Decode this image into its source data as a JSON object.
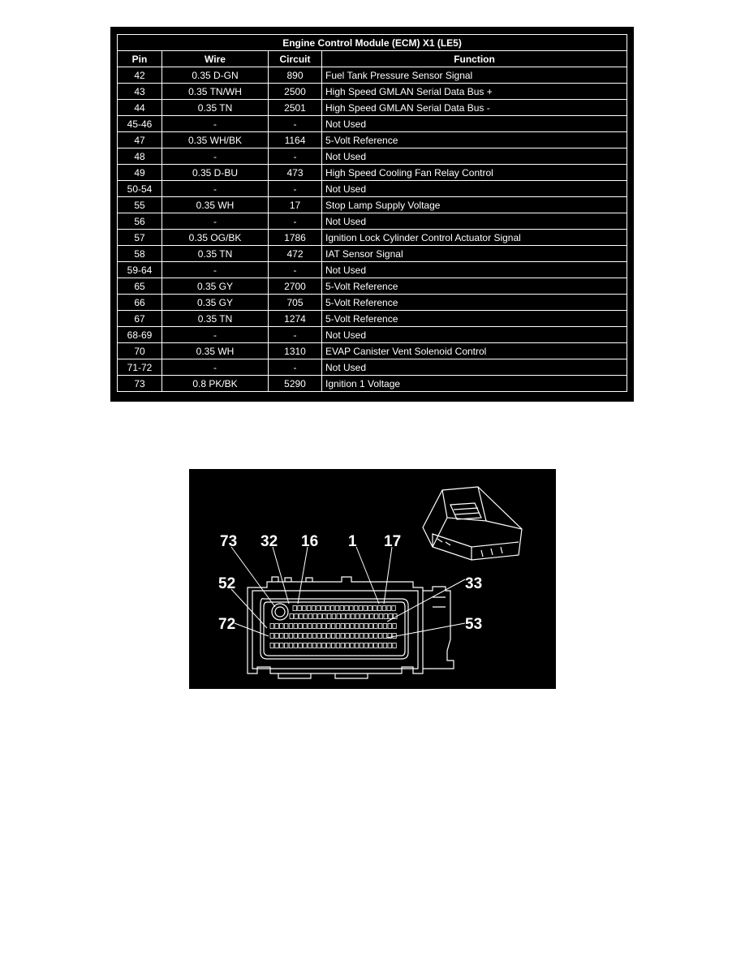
{
  "table": {
    "title": "Engine Control Module (ECM) X1 (LE5)",
    "headers": [
      "Pin",
      "Wire",
      "Circuit",
      "Function"
    ],
    "rows": [
      {
        "pin": "42",
        "wire": "0.35 D-GN",
        "circuit": "890",
        "function": "Fuel Tank Pressure Sensor Signal"
      },
      {
        "pin": "43",
        "wire": "0.35 TN/WH",
        "circuit": "2500",
        "function": "High Speed GMLAN Serial Data Bus +"
      },
      {
        "pin": "44",
        "wire": "0.35 TN",
        "circuit": "2501",
        "function": "High Speed GMLAN Serial Data Bus -"
      },
      {
        "pin": "45-46",
        "wire": "-",
        "circuit": "-",
        "function": "Not Used"
      },
      {
        "pin": "47",
        "wire": "0.35 WH/BK",
        "circuit": "1164",
        "function": "5-Volt Reference"
      },
      {
        "pin": "48",
        "wire": "-",
        "circuit": "-",
        "function": "Not Used"
      },
      {
        "pin": "49",
        "wire": "0.35 D-BU",
        "circuit": "473",
        "function": "High Speed Cooling Fan Relay Control"
      },
      {
        "pin": "50-54",
        "wire": "-",
        "circuit": "-",
        "function": "Not Used"
      },
      {
        "pin": "55",
        "wire": "0.35 WH",
        "circuit": "17",
        "function": "Stop Lamp Supply Voltage"
      },
      {
        "pin": "56",
        "wire": "-",
        "circuit": "-",
        "function": "Not Used"
      },
      {
        "pin": "57",
        "wire": "0.35 OG/BK",
        "circuit": "1786",
        "function": "Ignition Lock Cylinder Control Actuator Signal"
      },
      {
        "pin": "58",
        "wire": "0.35 TN",
        "circuit": "472",
        "function": "IAT Sensor Signal"
      },
      {
        "pin": "59-64",
        "wire": "-",
        "circuit": "-",
        "function": "Not Used"
      },
      {
        "pin": "65",
        "wire": "0.35 GY",
        "circuit": "2700",
        "function": "5-Volt Reference"
      },
      {
        "pin": "66",
        "wire": "0.35 GY",
        "circuit": "705",
        "function": "5-Volt Reference"
      },
      {
        "pin": "67",
        "wire": "0.35 TN",
        "circuit": "1274",
        "function": "5-Volt Reference"
      },
      {
        "pin": "68-69",
        "wire": "-",
        "circuit": "-",
        "function": "Not Used"
      },
      {
        "pin": "70",
        "wire": "0.35 WH",
        "circuit": "1310",
        "function": "EVAP Canister Vent Solenoid Control"
      },
      {
        "pin": "71-72",
        "wire": "-",
        "circuit": "-",
        "function": "Not Used"
      },
      {
        "pin": "73",
        "wire": "0.8 PK/BK",
        "circuit": "5290",
        "function": "Ignition 1 Voltage"
      }
    ]
  },
  "connector_figure": {
    "callouts": {
      "c73": "73",
      "c32": "32",
      "c16": "16",
      "c1": "1",
      "c17": "17",
      "c52": "52",
      "c33": "33",
      "c72": "72",
      "c53": "53"
    }
  },
  "colors": {
    "background": "#ffffff",
    "panel": "#000000",
    "line": "#ffffff"
  }
}
